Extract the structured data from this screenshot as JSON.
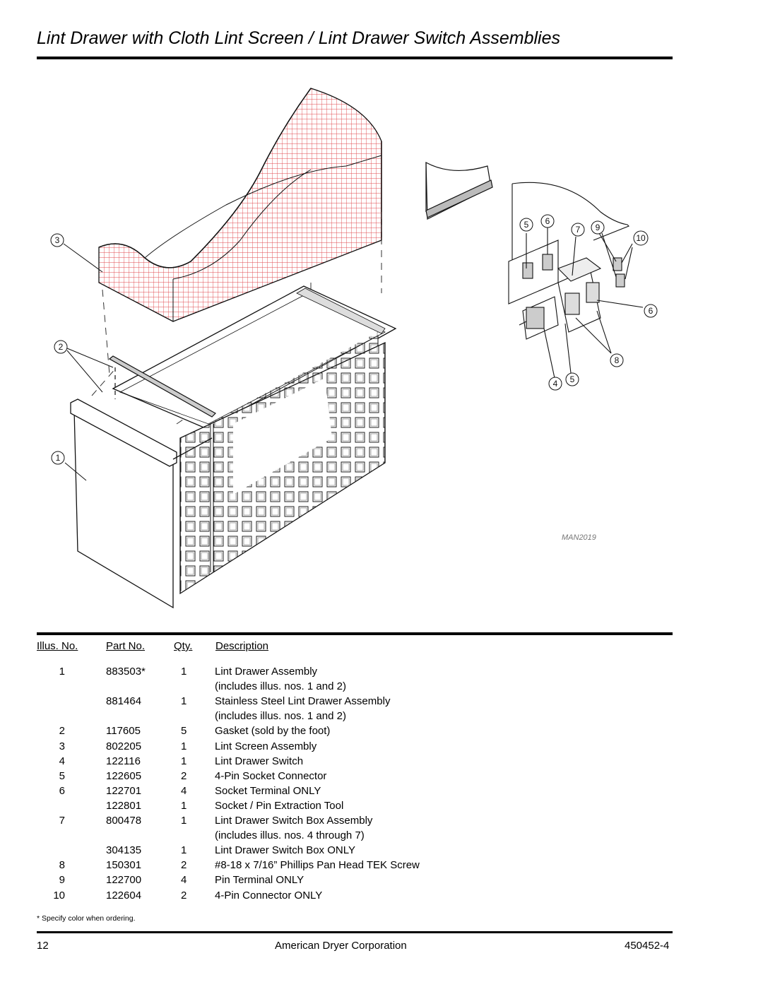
{
  "title": "Lint Drawer with Cloth Lint Screen / Lint Drawer Switch Assemblies",
  "figure": {
    "drawing_id": "MAN2019",
    "callouts": [
      "1",
      "2",
      "3",
      "4",
      "5",
      "6",
      "7",
      "8",
      "9",
      "10"
    ],
    "screen_color": "#e0474c"
  },
  "table": {
    "headers": {
      "illus": "Illus. No.",
      "part": "Part No.",
      "qty": "Qty.",
      "desc": "Description"
    },
    "rows": [
      {
        "illus": "1",
        "part": "883503*",
        "qty": "1",
        "desc": "Lint Drawer Assembly"
      },
      {
        "illus": "",
        "part": "",
        "qty": "",
        "desc": "(includes illus. nos. 1 and 2)"
      },
      {
        "illus": "",
        "part": "881464",
        "qty": "1",
        "desc": "Stainless Steel Lint Drawer Assembly"
      },
      {
        "illus": "",
        "part": "",
        "qty": "",
        "desc": "(includes illus. nos. 1 and 2)"
      },
      {
        "illus": "2",
        "part": "117605",
        "qty": "5",
        "desc": "Gasket (sold by the foot)"
      },
      {
        "illus": "3",
        "part": "802205",
        "qty": "1",
        "desc": "Lint Screen Assembly"
      },
      {
        "illus": "4",
        "part": "122116",
        "qty": "1",
        "desc": "Lint Drawer Switch"
      },
      {
        "illus": "5",
        "part": "122605",
        "qty": "2",
        "desc": "4-Pin Socket Connector"
      },
      {
        "illus": "6",
        "part": "122701",
        "qty": "4",
        "desc": "Socket Terminal ONLY"
      },
      {
        "illus": "",
        "part": "122801",
        "qty": "1",
        "desc": "Socket / Pin Extraction Tool"
      },
      {
        "illus": "7",
        "part": "800478",
        "qty": "1",
        "desc": "Lint Drawer Switch Box Assembly"
      },
      {
        "illus": "",
        "part": "",
        "qty": "",
        "desc": "(includes illus. nos. 4 through 7)"
      },
      {
        "illus": "",
        "part": "304135",
        "qty": "1",
        "desc": "Lint Drawer Switch Box ONLY"
      },
      {
        "illus": "8",
        "part": "150301",
        "qty": "2",
        "desc": "#8-18 x 7/16” Phillips Pan Head TEK Screw"
      },
      {
        "illus": "9",
        "part": "122700",
        "qty": "4",
        "desc": "Pin Terminal ONLY"
      },
      {
        "illus": "10",
        "part": "122604",
        "qty": "2",
        "desc": "4-Pin Connector ONLY"
      }
    ]
  },
  "footnote": "*  Specify color when ordering.",
  "footer": {
    "page": "12",
    "company": "American Dryer Corporation",
    "doc_no": "450452-4"
  }
}
